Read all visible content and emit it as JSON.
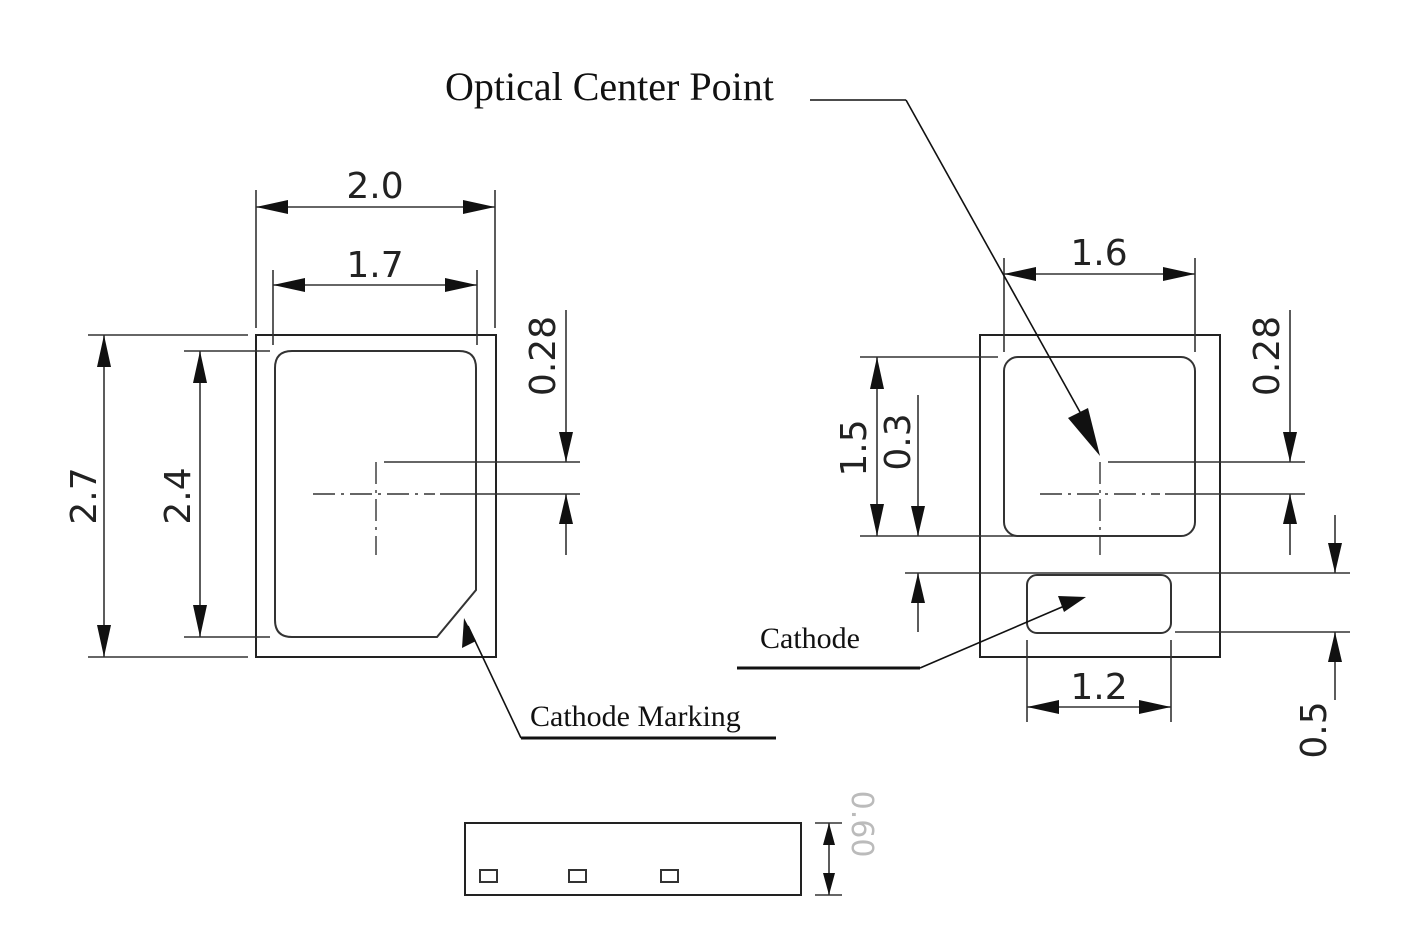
{
  "labels": {
    "optical_center": "Optical Center Point",
    "cathode_marking": "Cathode  Marking",
    "cathode": "Cathode"
  },
  "top_view": {
    "width_outer": "2.0",
    "width_inner": "1.7",
    "height_outer": "2.7",
    "height_inner": "2.4",
    "offset": "0.28"
  },
  "bottom_view": {
    "pad_width": "1.6",
    "pad_height": "1.5",
    "gap": "0.3",
    "offset": "0.28",
    "cathode_width": "1.2",
    "cathode_height": "0.5"
  },
  "side_view": {
    "thickness": "0.60"
  }
}
